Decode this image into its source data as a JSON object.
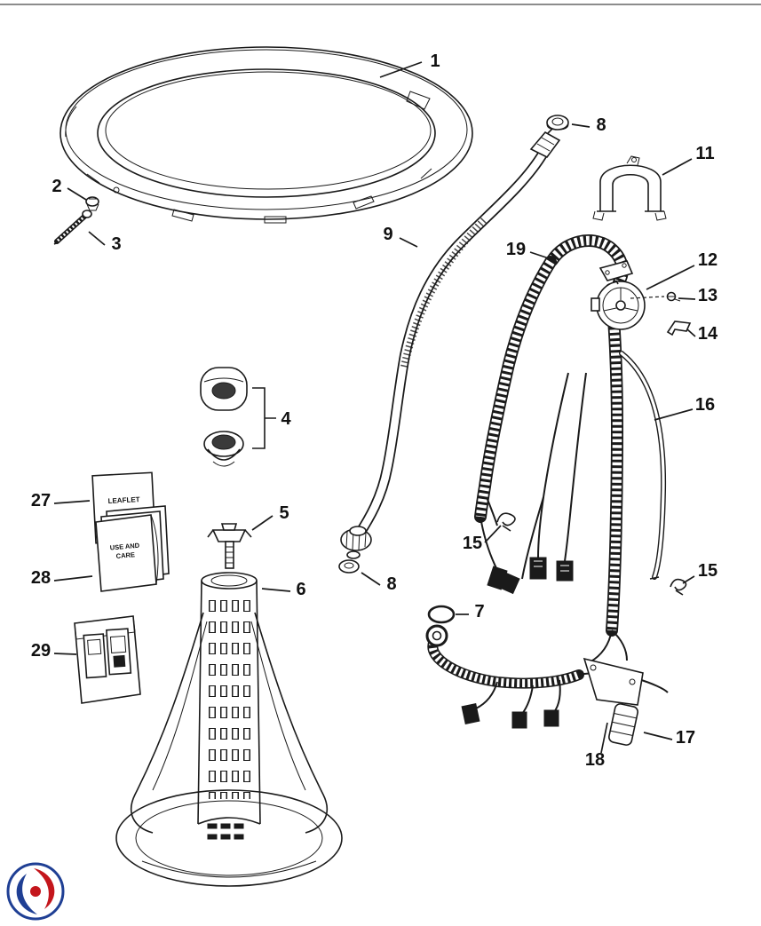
{
  "diagram": {
    "type": "washer-exploded-parts-diagram",
    "background": "#ffffff",
    "line_color": "#1a1a1a",
    "callouts": [
      {
        "part": "1",
        "name": "tub-ring"
      },
      {
        "part": "2",
        "name": "fastener"
      },
      {
        "part": "3",
        "name": "screw"
      },
      {
        "part": "4",
        "name": "cap-and-seal"
      },
      {
        "part": "5",
        "name": "agitator-cap"
      },
      {
        "part": "6",
        "name": "agitator"
      },
      {
        "part": "7",
        "name": "o-ring"
      },
      {
        "part": "8",
        "name": "grommet-top"
      },
      {
        "part": "8",
        "name": "washer-bottom"
      },
      {
        "part": "9",
        "name": "fill-hose"
      },
      {
        "part": "11",
        "name": "hose-clamp"
      },
      {
        "part": "12",
        "name": "switch-assembly"
      },
      {
        "part": "13",
        "name": "screw-small"
      },
      {
        "part": "14",
        "name": "bracket-clip"
      },
      {
        "part": "15",
        "name": "wire-clip-left"
      },
      {
        "part": "15",
        "name": "wire-clip-right"
      },
      {
        "part": "16",
        "name": "drain-hose"
      },
      {
        "part": "17",
        "name": "connector"
      },
      {
        "part": "18",
        "name": "connector-housing"
      },
      {
        "part": "19",
        "name": "wire-harness"
      },
      {
        "part": "27",
        "name": "leaflet"
      },
      {
        "part": "28",
        "name": "use-and-care-guide"
      },
      {
        "part": "29",
        "name": "literature-pack"
      }
    ],
    "document_labels": {
      "leaflet": "LEAFLET",
      "use_and_care_line1": "USE AND",
      "use_and_care_line2": "CARE"
    },
    "logo_colors": {
      "blue": "#1f3f94",
      "red": "#c4161c"
    }
  }
}
